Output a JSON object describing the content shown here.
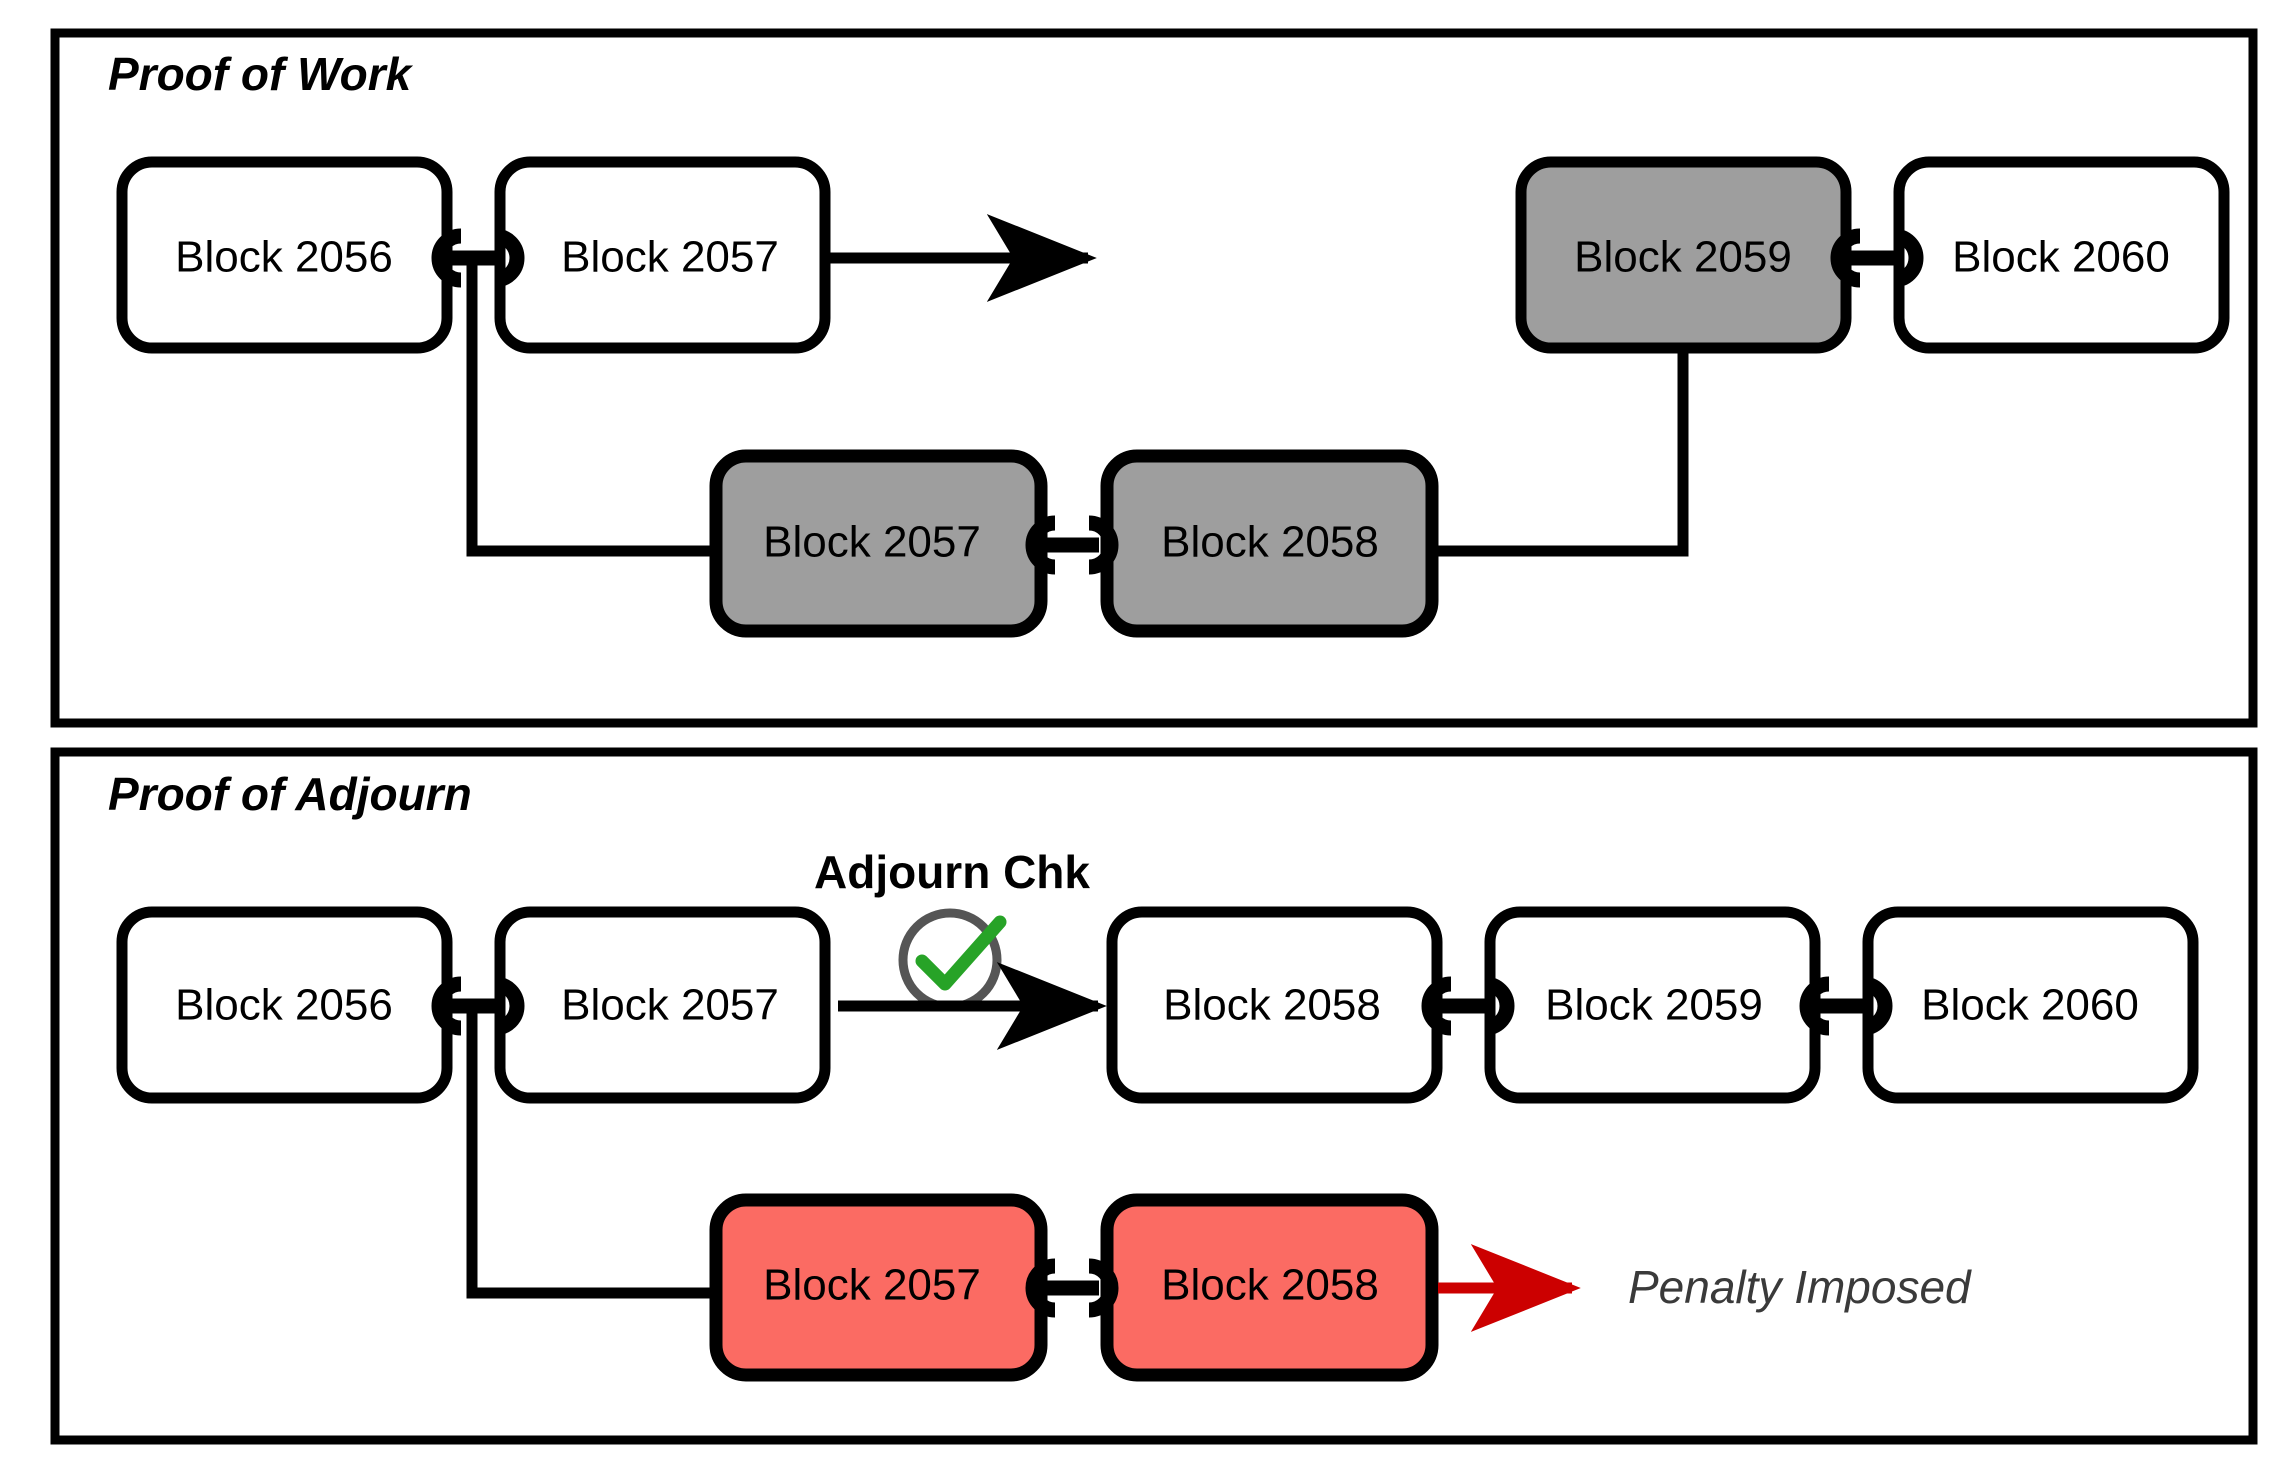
{
  "colors": {
    "stroke": "#000000",
    "white_fill": "#ffffff",
    "gray_fill": "#9e9e9e",
    "red_fill": "#fb6b63",
    "red_arrow": "#cc0000",
    "check_green": "#27a327",
    "check_circle": "#555555",
    "penalty_text": "#3a3a3a",
    "page_bg": "#ffffff"
  },
  "panels": [
    {
      "id": "proof-of-work",
      "title": "Proof of Work",
      "main_chain": [
        {
          "label": "Block 2056",
          "fill": "white"
        },
        {
          "label": "Block 2057",
          "fill": "white"
        },
        {
          "label": "Block 2059",
          "fill": "gray"
        },
        {
          "label": "Block 2060",
          "fill": "white"
        }
      ],
      "fork_chain": [
        {
          "label": "Block 2057",
          "fill": "gray"
        },
        {
          "label": "Block 2058",
          "fill": "gray"
        }
      ],
      "annotations": []
    },
    {
      "id": "proof-of-adjourn",
      "title": "Proof of Adjourn",
      "main_chain": [
        {
          "label": "Block 2056",
          "fill": "white"
        },
        {
          "label": "Block 2057",
          "fill": "white"
        },
        {
          "label": "Block 2058",
          "fill": "white"
        },
        {
          "label": "Block 2059",
          "fill": "white"
        },
        {
          "label": "Block 2060",
          "fill": "white"
        }
      ],
      "fork_chain": [
        {
          "label": "Block 2057",
          "fill": "red"
        },
        {
          "label": "Block 2058",
          "fill": "red"
        }
      ],
      "annotations": [
        {
          "id": "adjourn-check",
          "label": "Adjourn Chk",
          "icon": "check-circle-icon",
          "status": "ok"
        },
        {
          "id": "penalty",
          "label": "Penalty Imposed",
          "icon": "red-arrow-icon"
        }
      ]
    }
  ]
}
